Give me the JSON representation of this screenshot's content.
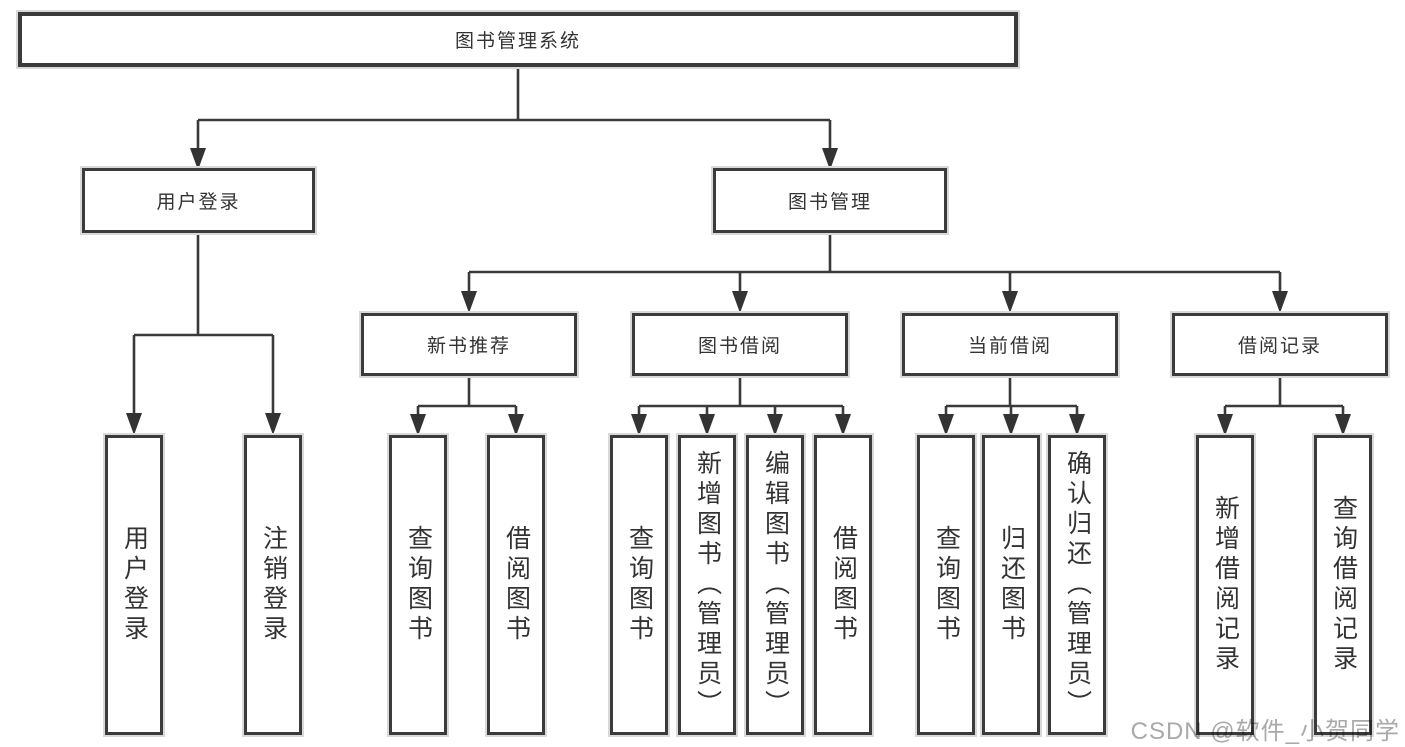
{
  "title": "图书管理系统",
  "watermark": "CSDN @软件_小贺同学",
  "colors": {
    "line": "#3a3a3a",
    "border": "#3b3b3b",
    "text": "#333333",
    "watermark": "#a9a9a9",
    "background": "#ffffff"
  },
  "tree": {
    "root": {
      "label": "图书管理系统"
    },
    "children": [
      {
        "label": "用户登录",
        "children": [
          {
            "label": "用户登录"
          },
          {
            "label": "注销登录"
          }
        ]
      },
      {
        "label": "图书管理",
        "children": [
          {
            "label": "新书推荐",
            "children": [
              {
                "label": "查询图书"
              },
              {
                "label": "借阅图书"
              }
            ]
          },
          {
            "label": "图书借阅",
            "children": [
              {
                "label": "查询图书"
              },
              {
                "label": "新增图书（管理员）"
              },
              {
                "label": "编辑图书（管理员）"
              },
              {
                "label": "借阅图书"
              }
            ]
          },
          {
            "label": "当前借阅",
            "children": [
              {
                "label": "查询图书"
              },
              {
                "label": "归还图书"
              },
              {
                "label": "确认归还（管理员）"
              }
            ]
          },
          {
            "label": "借阅记录",
            "children": [
              {
                "label": "新增借阅记录"
              },
              {
                "label": "查询借阅记录"
              }
            ]
          }
        ]
      }
    ]
  }
}
